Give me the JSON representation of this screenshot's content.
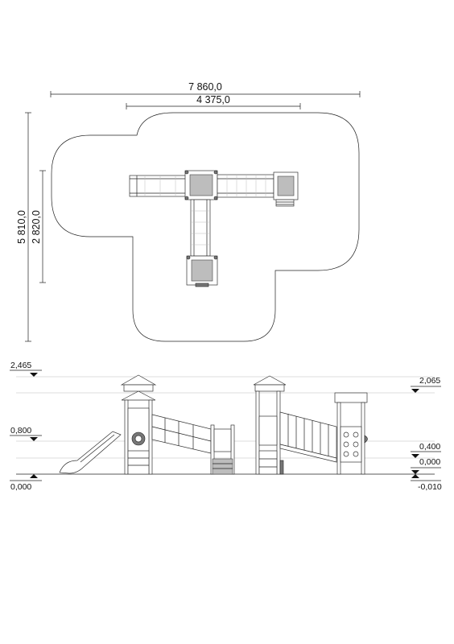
{
  "plan": {
    "overall_width": "7 860,0",
    "inner_width": "4 375,0",
    "overall_depth": "5 810,0",
    "inner_depth": "2 820,0"
  },
  "elevation": {
    "levels": {
      "top_left": "2,465",
      "platform_left": "0,800",
      "ground_left": "0,000",
      "top_right": "2,065",
      "platform_right": "0,400",
      "ground_right": "0,000",
      "below_ground_right": "-0,010"
    }
  }
}
